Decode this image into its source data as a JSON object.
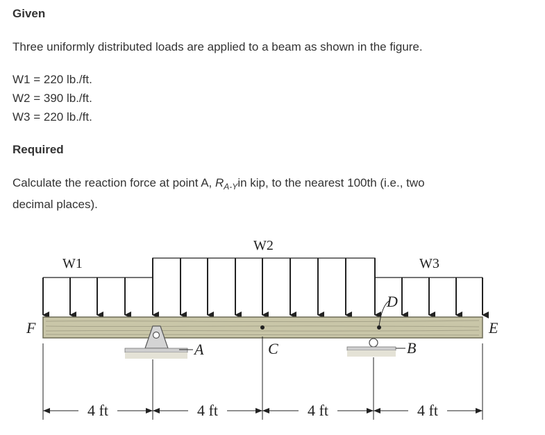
{
  "given": {
    "heading": "Given",
    "intro": "Three uniformly distributed loads are applied to a beam as shown in the figure.",
    "loads": [
      {
        "label": "W1",
        "eq": " = ",
        "value": "220 lb./ft."
      },
      {
        "label": "W2",
        "eq": " = ",
        "value": "390 lb./ft."
      },
      {
        "label": "W3",
        "eq": " = ",
        "value": "220 lb./ft."
      }
    ]
  },
  "required": {
    "heading": "Required",
    "line1_pre": "Calculate the reaction force at point A, ",
    "symbol_main": "R",
    "symbol_sub": "A-Y",
    "line1_post": "in kip, to the nearest 100th (i.e., two",
    "line2": "decimal places)."
  },
  "figure": {
    "labels": {
      "w1": "W1",
      "w2": "W2",
      "w3": "W3",
      "F": "F",
      "E": "E",
      "A": "A",
      "B": "B",
      "C": "C",
      "D": "D"
    },
    "dimensions": [
      "4 ft",
      "4 ft",
      "4 ft",
      "4 ft"
    ],
    "colors": {
      "beam": "#c9c6a8",
      "beam_edge": "#6d6b55",
      "support": "#cfcfcf",
      "ink": "#222222"
    }
  }
}
